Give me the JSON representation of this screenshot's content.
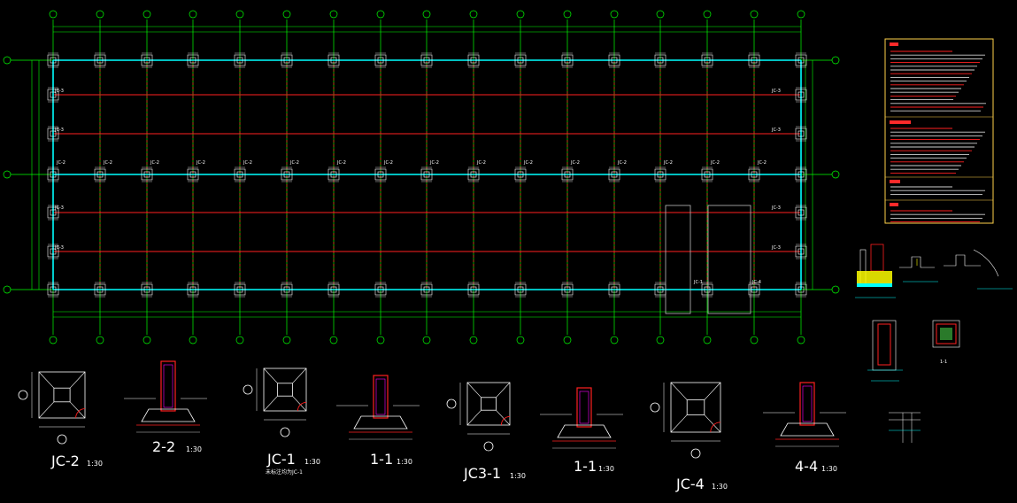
{
  "colors": {
    "background": "#000000",
    "axis": "#00ff00",
    "beam_red": "#ff2020",
    "beam_cyan": "#00ffff",
    "detail_white": "#ffffff",
    "detail_magenta": "#ff00ff",
    "notes_border": "#ffd24a",
    "highlight_yellow": "#ffff00"
  },
  "plan": {
    "foundation_labels": {
      "jc2": "JC-2",
      "jc3": "JC-3",
      "jc1": "JC-1",
      "jc4": "JC-4"
    }
  },
  "details": [
    {
      "label": "JC-2",
      "scale": "1:30"
    },
    {
      "label": "2-2",
      "scale": "1:30"
    },
    {
      "label": "JC-1",
      "scale": "1:30",
      "note": "未标注均为JC-1"
    },
    {
      "label": "1-1",
      "scale": "1:30"
    },
    {
      "label": "JC3-1",
      "scale": "1:30"
    },
    {
      "label": "1-1",
      "scale": "1:30"
    },
    {
      "label": "JC-4",
      "scale": "1:30"
    },
    {
      "label": "4-4",
      "scale": "1:30"
    }
  ],
  "side_details": [
    {
      "label": "1-1"
    }
  ]
}
